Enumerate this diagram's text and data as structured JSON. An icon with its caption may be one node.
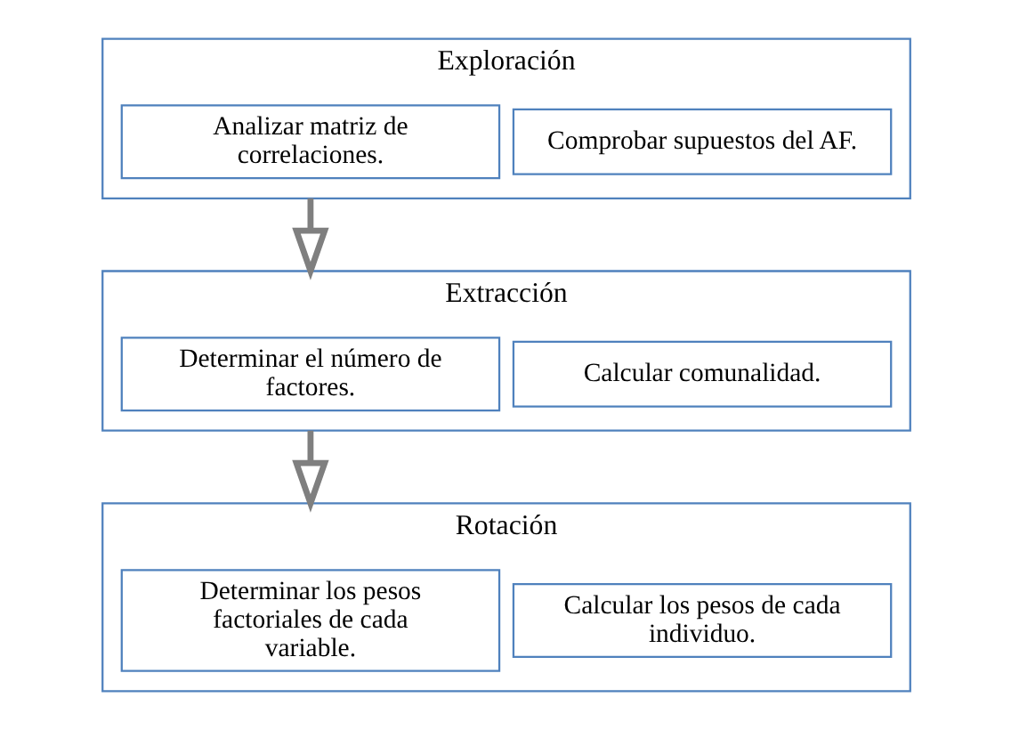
{
  "diagram": {
    "nodes": [
      {
        "text": [
          "Exploración"
        ]
      },
      {
        "text": [
          "Analizar matriz de correlaciones."
        ],
        "in": 0
      },
      {
        "text": [
          "Comprobar supuestos del AF."
        ],
        "in": 0
      },
      {
        "text": [
          "Extracción"
        ]
      },
      {
        "text": [
          "Determinar el número de factores."
        ],
        "in": 3
      },
      {
        "text": [
          "Calcular comunalidad."
        ],
        "in": 3
      },
      {
        "text": [
          "Rotación"
        ]
      },
      {
        "text": [
          "Determinar los pesos factoriales de cada variable."
        ],
        "in": 6
      },
      {
        "text": [
          "Calcular los pesos de cada individuo."
        ],
        "in": 6
      }
    ],
    "edges": [
      {
        "from": 0,
        "to": 3,
        "arrow": "to"
      },
      {
        "from": 3,
        "to": 6,
        "arrow": "to"
      }
    ]
  }
}
